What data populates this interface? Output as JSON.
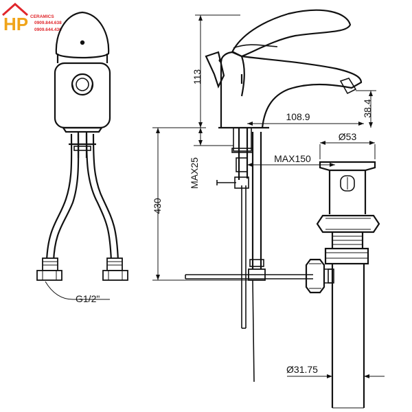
{
  "logo": {
    "letters": "HP",
    "brand": "CERAMICS",
    "phone1": "0909.844.638",
    "phone2": "0909.644.436",
    "colors": {
      "orange": "#f0a419",
      "red": "#e0262b"
    }
  },
  "dimensions": {
    "height_top": "113",
    "spout_reach": "108.9",
    "spout_height": "38.4",
    "max_thickness": "MAX25",
    "below_length": "430",
    "max_distance": "MAX150",
    "drain_diameter": "Ø53",
    "pipe_diameter": "Ø31.75",
    "thread": "G1/2\""
  }
}
